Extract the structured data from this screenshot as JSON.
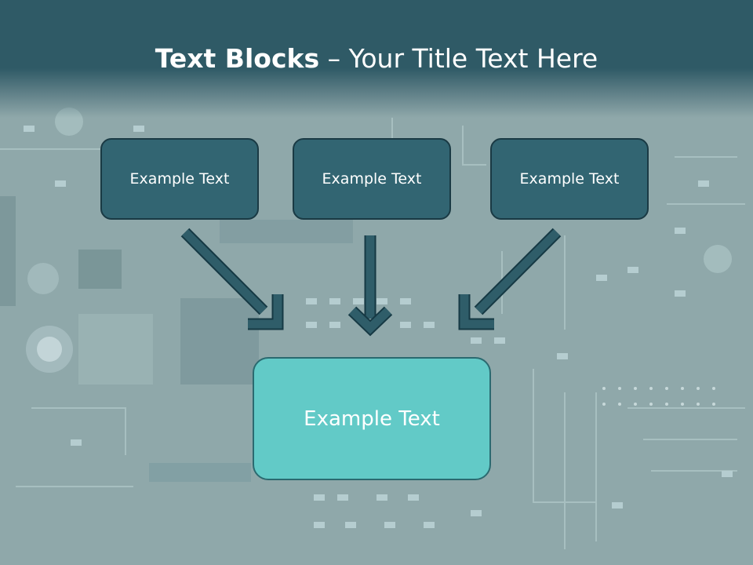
{
  "title": {
    "bold": "Text Blocks",
    "separator": " – ",
    "rest": "Your Title Text Here"
  },
  "top_boxes": [
    "Example Text",
    "Example Text",
    "Example Text"
  ],
  "bottom_box": "Example Text",
  "colors": {
    "header": "#2f5a66",
    "top_box": "#326572",
    "bottom_box": "#62cac7",
    "arrow": "#2f5d69"
  }
}
